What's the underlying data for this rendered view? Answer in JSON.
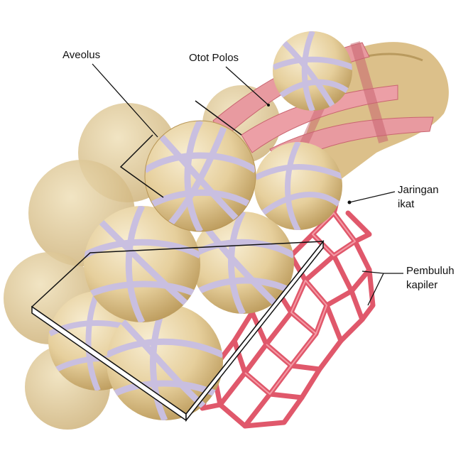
{
  "labels": {
    "aveolus": "Aveolus",
    "otot_polos": "Otot Polos",
    "jaringan_1": "Jaringan",
    "jaringan_2": "ikat",
    "pembuluh_1": "Pembuluh",
    "pembuluh_2": "kapiler"
  },
  "colors": {
    "alveolus": "#e6cf9c",
    "alveolus_shadow": "#b89656",
    "alveolus_highlight": "#f7ecd0",
    "fiber": "#c9bfe0",
    "fiber_edge": "#8e83b0",
    "capillary": "#e0586b",
    "capillary_dark": "#b83248",
    "muscle": "#e89aa0",
    "text": "#111111"
  }
}
